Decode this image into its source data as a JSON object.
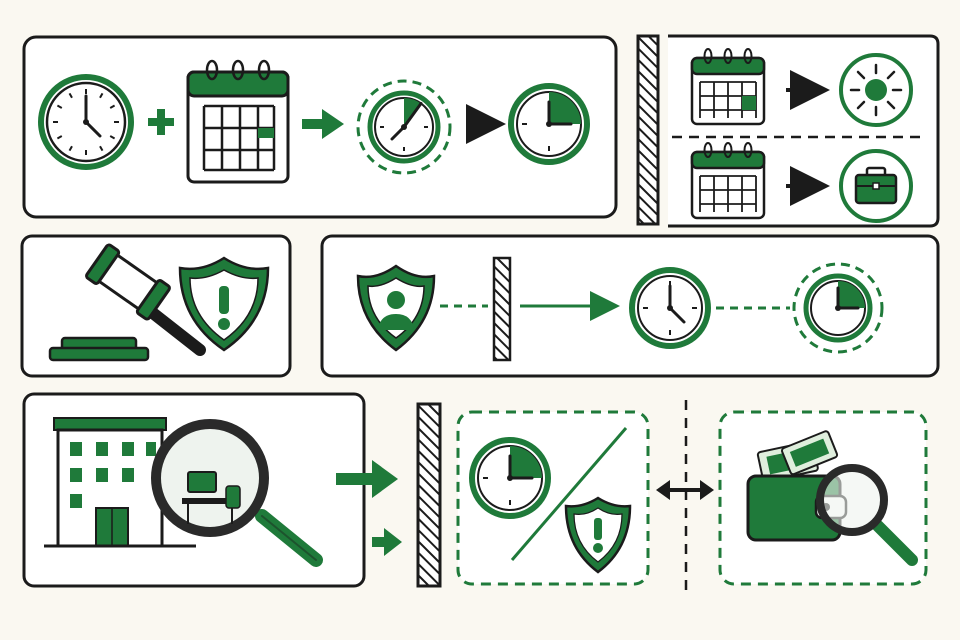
{
  "colors": {
    "ink": "#1b1b1b",
    "green": "#1f7a3a",
    "paper": "#faf8f1",
    "white": "#ffffff",
    "gray": "#6b6b6b",
    "glass": "#eef3ee"
  },
  "icons": [
    "clock-icon",
    "plus-icon",
    "calendar-icon",
    "arrow-right-icon",
    "sun-icon",
    "briefcase-icon",
    "gavel-icon",
    "shield-alert-icon",
    "shield-person-icon",
    "building-icon",
    "magnifier-icon",
    "wallet-icon",
    "double-arrow-icon",
    "divider-bar-icon"
  ],
  "indicators": {
    "clock_elapsed_fraction_top_dashed": 0.15,
    "clock_elapsed_fraction_top_result": 0.25,
    "clock_elapsed_fraction_mid_dashed": 0.25,
    "clock_elapsed_fraction_bottom": 0.25
  }
}
